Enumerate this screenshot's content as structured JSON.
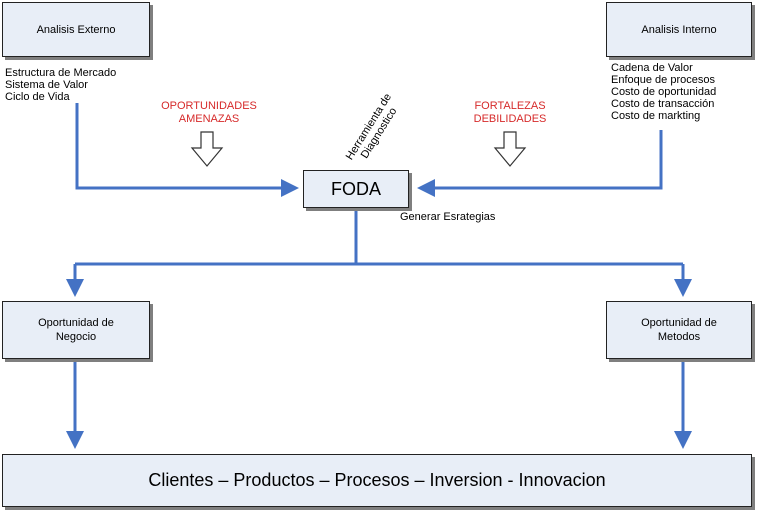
{
  "boxes": {
    "externo": "Analisis Externo",
    "interno": "Analisis Interno",
    "foda": "FODA",
    "negocio_line1": "Oportunidad de",
    "negocio_line2": "Negocio",
    "metodos_line1": "Oportunidad de",
    "metodos_line2": "Metodos",
    "bottom": "Clientes – Productos – Procesos – Inversion - Innovacion"
  },
  "externo_items": [
    "Estructura de Mercado",
    "Sistema de Valor",
    "Ciclo de Vida"
  ],
  "interno_items": [
    "Cadena de Valor",
    "Enfoque de procesos",
    "Costo de oportunidad",
    "Costo de transacción",
    "Costo de markting"
  ],
  "red_left": [
    "OPORTUNIDADES",
    "AMENAZAS"
  ],
  "red_right": [
    "FORTALEZAS",
    "DEBILIDADES"
  ],
  "tool_label": [
    "Herramienta de",
    "Diagnostico"
  ],
  "strategy_label": "Generar Esrategias",
  "colors": {
    "box_fill": "#e8eef7",
    "connector": "#4472c4",
    "accent_text": "#d62a2a"
  }
}
